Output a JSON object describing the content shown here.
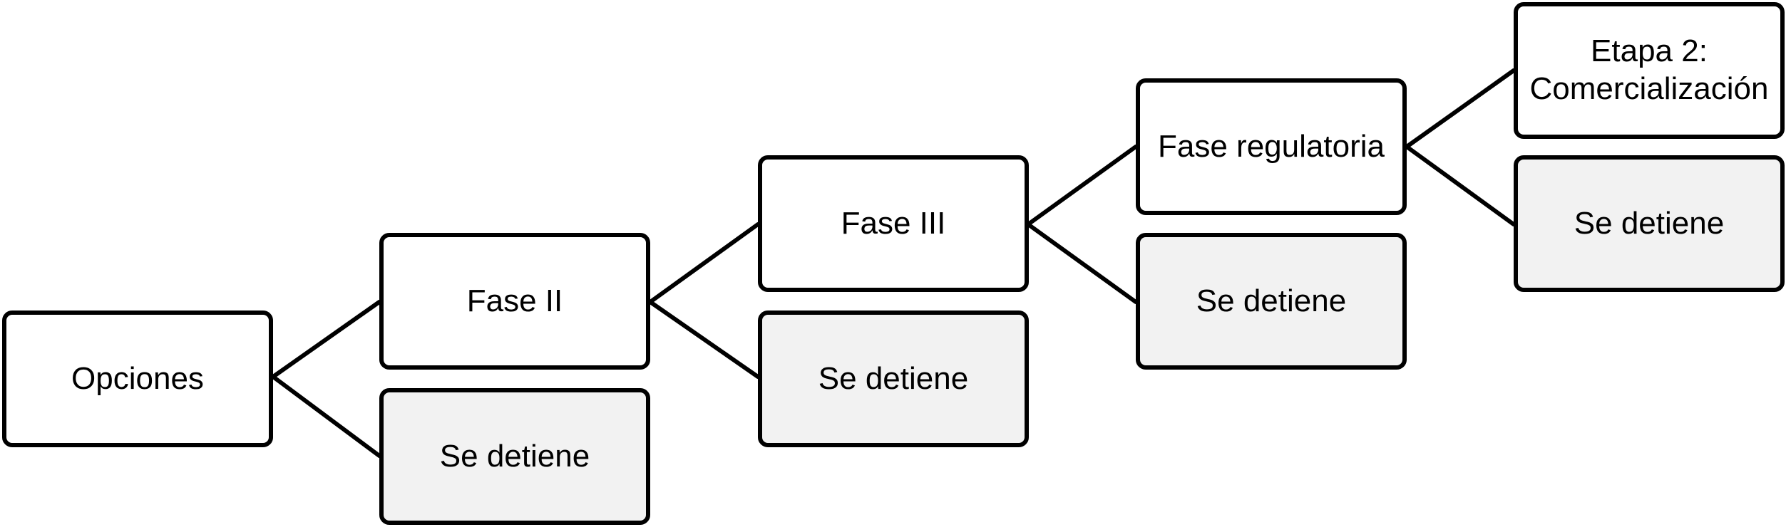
{
  "diagram": {
    "root": {
      "label": "Opciones"
    },
    "phase2": {
      "label": "Fase II",
      "stop_label": "Se detiene"
    },
    "phase3": {
      "label": "Fase III",
      "stop_label": "Se detiene"
    },
    "regulatory": {
      "label": "Fase regulatoria",
      "stop_label": "Se detiene"
    },
    "stage2": {
      "label_line1": "Etapa 2:",
      "label_line2": "Comercialización",
      "stop_label": "Se detiene"
    },
    "colors": {
      "stroke": "#000000",
      "continue_fill": "#ffffff",
      "stop_fill": "#f2f2f2"
    }
  }
}
